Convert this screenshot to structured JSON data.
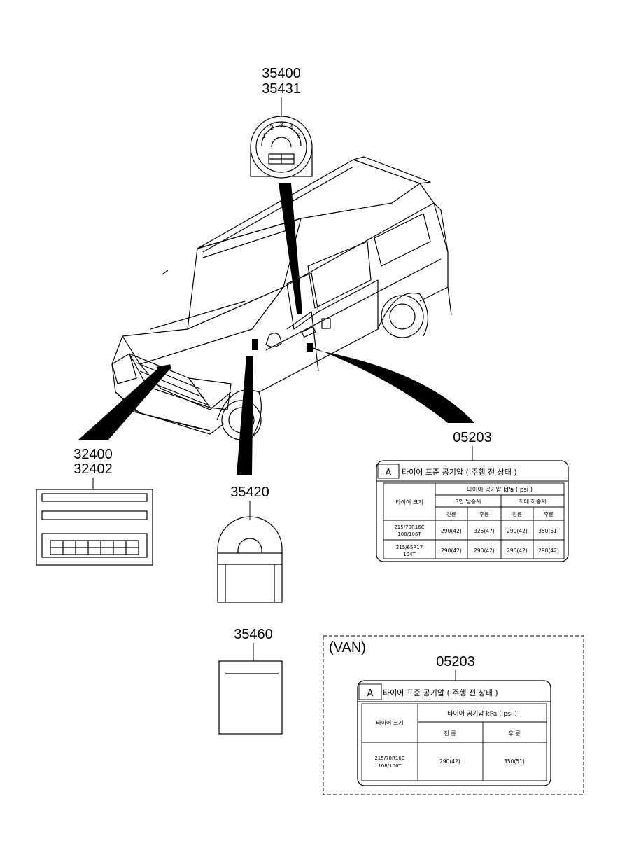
{
  "parts": {
    "gauge_top": "35400",
    "gauge_bottom": "35431",
    "label_left_top": "32400",
    "label_left_bottom": "32402",
    "pad_label": "35420",
    "plain_label": "35460",
    "tire_label": "05203",
    "van_tire_label": "05203"
  },
  "gauge": {
    "marks": [
      "1",
      "2",
      "3",
      "4",
      "5"
    ]
  },
  "van_section": {
    "heading": "(VAN)"
  },
  "tire_table": {
    "badge": "A",
    "title": "타이어  표준  공기압 ( 주행  전  상태 )",
    "col_size": "타이어  크기",
    "col_pressure": "타이어  공기압  kPa ( psi )",
    "group1": "3인  탑승시",
    "group2": "최대  하중시",
    "front": "전륜",
    "rear": "후륜",
    "rows": [
      {
        "size1": "215/70R16C",
        "size2": "108/106T",
        "v": [
          "290(42)",
          "325(47)",
          "290(42)",
          "350(51)"
        ]
      },
      {
        "size1": "215/65R17",
        "size2": "104T",
        "v": [
          "290(42)",
          "290(42)",
          "290(42)",
          "290(42)"
        ]
      }
    ]
  },
  "van_table": {
    "badge": "A",
    "title": "타이어  표준  공기압 ( 주행  전  상태 )",
    "col_size": "타이어  크기",
    "col_pressure": "타이어  공기압  kPa ( psi )",
    "front": "전    륜",
    "rear": "후    륜",
    "size1": "215/70R16C",
    "size2": "108/106T",
    "v_front": "290(42)",
    "v_rear": "350(51)"
  }
}
